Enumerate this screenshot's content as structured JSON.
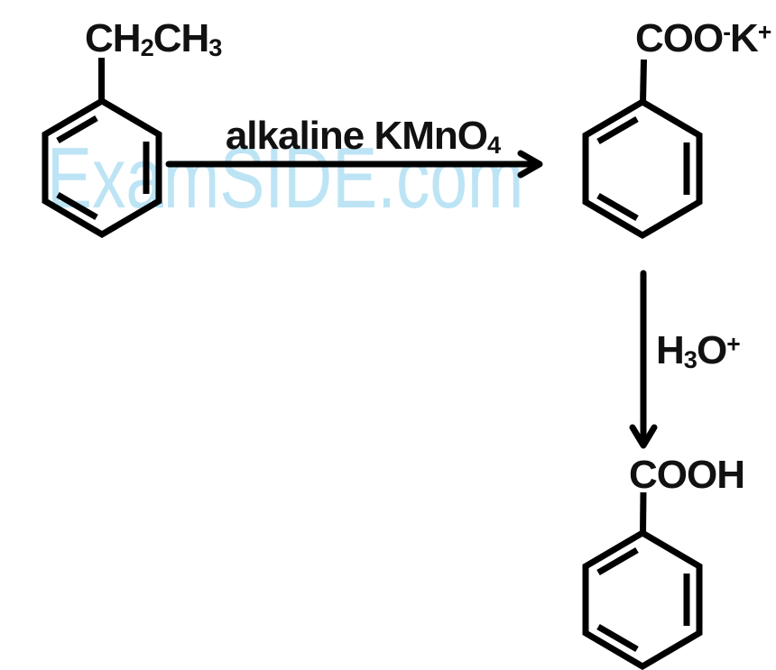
{
  "colors": {
    "ink": "#111111",
    "bond": "#000000",
    "watermark": "#bce4f5",
    "background": "#ffffff"
  },
  "watermark": {
    "text": "ExamSIDE.com"
  },
  "scheme": {
    "reactant": {
      "substituent": {
        "parts": [
          {
            "text": "CH"
          },
          {
            "text": "2",
            "script": "sub"
          },
          {
            "text": "CH"
          },
          {
            "text": "3",
            "script": "sub"
          }
        ]
      }
    },
    "step1": {
      "reagent": {
        "parts": [
          {
            "text": "alkaline KMnO"
          },
          {
            "text": "4",
            "script": "sub"
          }
        ]
      }
    },
    "intermediate": {
      "substituent": {
        "parts": [
          {
            "text": "COO"
          },
          {
            "text": "-",
            "script": "sup"
          },
          {
            "text": "K"
          },
          {
            "text": "+",
            "script": "sup"
          }
        ]
      }
    },
    "step2": {
      "reagent": {
        "parts": [
          {
            "text": "H"
          },
          {
            "text": "3",
            "script": "sub"
          },
          {
            "text": "O"
          },
          {
            "text": "+",
            "script": "sup"
          }
        ]
      }
    },
    "product": {
      "substituent": {
        "parts": [
          {
            "text": "COOH"
          }
        ]
      }
    }
  }
}
